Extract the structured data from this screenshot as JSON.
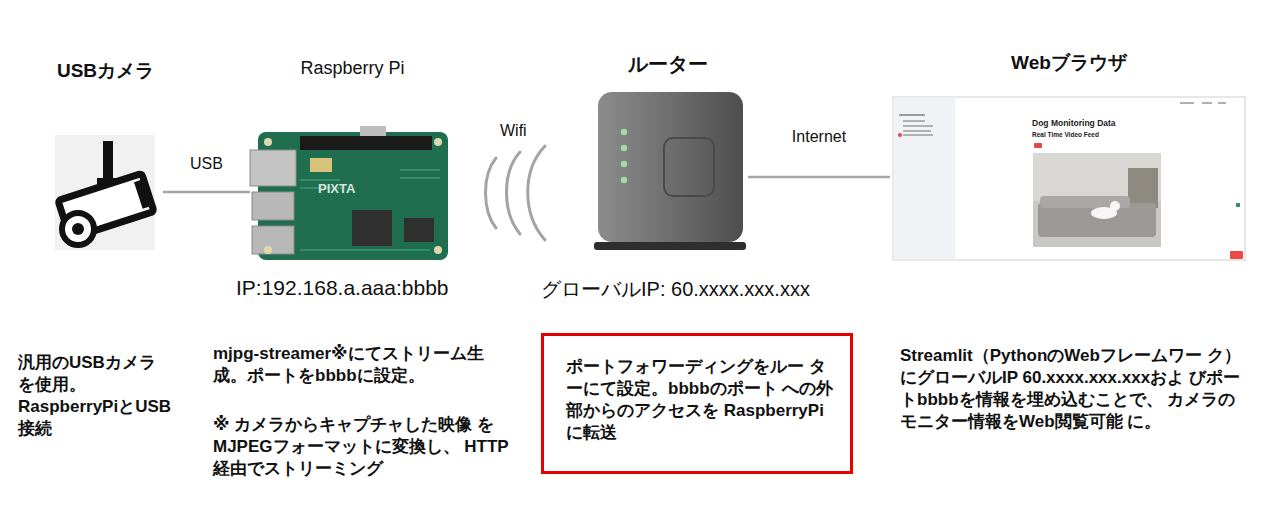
{
  "diagram": {
    "nodes": [
      {
        "text": [
          "USBカメラ"
        ]
      },
      {
        "text": [
          "Raspberry Pi"
        ]
      },
      {
        "text": [
          "ルーター"
        ]
      },
      {
        "text": [
          "Webブラウザ"
        ]
      },
      {
        "text": [
          "ポートフォワーディングをルー ターにて設定。bbbbのポート への外部からのアクセスを RaspberryPiに転送"
        ]
      }
    ],
    "edges": [
      {
        "from": 0,
        "to": 1,
        "arrow": "none",
        "label": "USB"
      },
      {
        "from": 2,
        "to": 3,
        "arrow": "none",
        "label": "Internet"
      }
    ],
    "labels": [
      "PIXTA",
      "Wifi",
      "IP:192.168.a.aaa:bbbb",
      "グローバルIP: 60.xxxx.xxx.xxx",
      "Dog Monitoring Data",
      "Real Time Video Feed",
      "汎用のUSBカメラ を使用。 RaspberryPiとUSB 接続",
      "mjpg-streamer※にてストリーム生 成。ポートをbbbbに設定。",
      "※ カメラからキャプチャした映像 をMJPEGフォーマットに変換し、 HTTP経由でストリーミング",
      "Streamlit（PythonのWebフレームワー ク）にグローバルIP 60.xxxx.xxx.xxxおよ びポートbbbbを情報を埋め込むことで、 カメラのモニター情報をWeb閲覧可能 に。"
    ]
  }
}
